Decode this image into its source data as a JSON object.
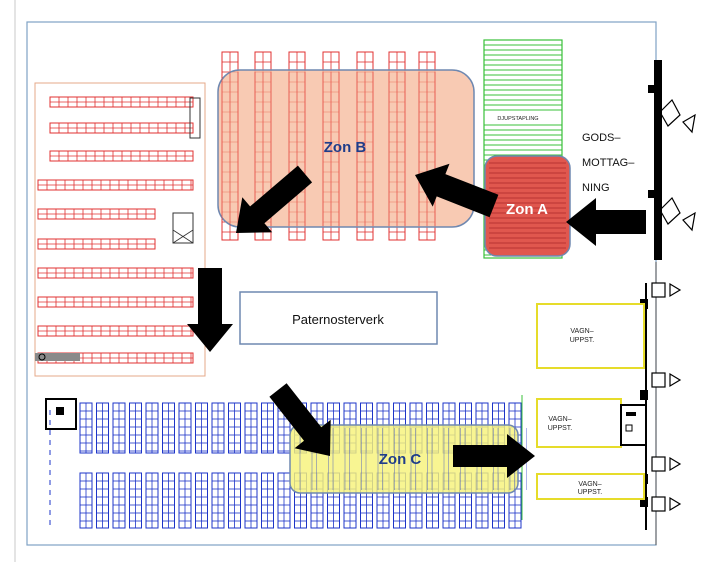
{
  "labels": {
    "zone_a": "Zon A",
    "zone_b": "Zon B",
    "zone_c": "Zon C",
    "paternoster": "Paternosterverk",
    "goods_line1": "GODS–",
    "goods_line2": "MOTTAG–",
    "goods_line3": "NING",
    "djupstapling": "DJUPSTAPLING",
    "vagn_top_1": "VAGN–",
    "vagn_top_2": "UPPST.",
    "vagn_mid_1": "VAGN–",
    "vagn_mid_2": "UPPST.",
    "vagn_bot_1": "VAGN–",
    "vagn_bot_2": "UPPST."
  },
  "colors": {
    "rack_red": "#e03030",
    "rack_blue": "#1d34c8",
    "rack_green": "#38c038",
    "zone_a_fill": "#e0574e",
    "zone_b_fill": "#f5b899",
    "zone_c_fill": "#f7f37a",
    "zone_text": "#1f3d8a",
    "vagn_border": "#e6dc2a",
    "arrow": "#000000"
  }
}
